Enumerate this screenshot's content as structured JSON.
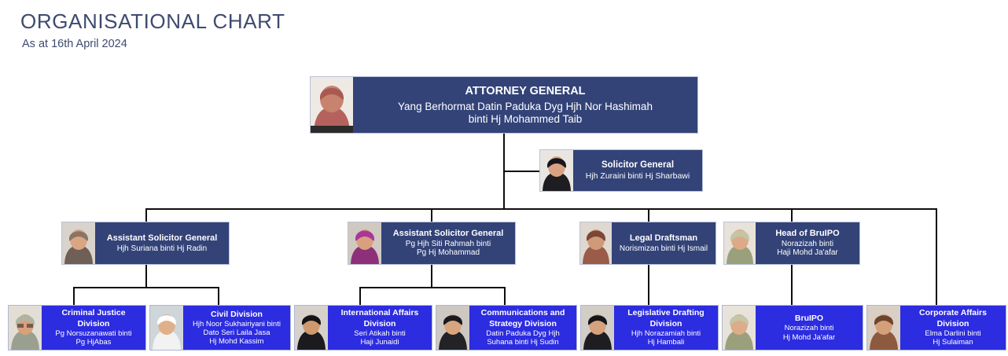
{
  "header": {
    "title": "ORGANISATIONAL CHART",
    "subtitle": "As at 16th April 2024"
  },
  "colors": {
    "title_text": "#3e4a70",
    "node_dark": "#334378",
    "node_bright": "#2c2ce0",
    "node_text": "#ffffff",
    "connector": "#0d0d0d",
    "background": "#ffffff"
  },
  "chart_data": {
    "type": "diagram",
    "title": "ORGANISATIONAL CHART",
    "subtitle": "As at 16th April 2024",
    "nodes": [
      {
        "id": "attorney-general",
        "tier": 0,
        "role": "ATTORNEY GENERAL",
        "person": "Yang Berhormat Datin Paduka Dyg Hjh Nor Hashimah binti Hj Mohammed Taib",
        "person_line1": "Yang Berhormat Datin Paduka Dyg Hjh Nor Hashimah",
        "person_line2": "binti Hj Mohammed Taib",
        "parent": null
      },
      {
        "id": "solicitor-general",
        "tier": 1,
        "role": "Solicitor General",
        "person": "Hjh Zuraini binti Hj Sharbawi",
        "person_line1": "Hjh Zuraini binti Hj Sharbawi",
        "person_line2": "",
        "parent": "attorney-general"
      },
      {
        "id": "assistant-solicitor-general-1",
        "tier": 2,
        "role": "Assistant Solicitor General",
        "person": "Hjh Suriana binti Hj Radin",
        "person_line1": "Hjh Suriana binti Hj Radin",
        "person_line2": "",
        "parent": "attorney-general"
      },
      {
        "id": "assistant-solicitor-general-2",
        "tier": 2,
        "role": "Assistant Solicitor General",
        "person": "Pg Hjh Siti Rahmah binti Pg Hj Mohammad",
        "person_line1": "Pg Hjh Siti Rahmah binti",
        "person_line2": "Pg Hj Mohammad",
        "parent": "attorney-general"
      },
      {
        "id": "legal-draftsman",
        "tier": 2,
        "role": "Legal Draftsman",
        "person": "Norismizan binti Hj Ismail",
        "person_line1": "Norismizan binti Hj Ismail",
        "person_line2": "",
        "parent": "attorney-general"
      },
      {
        "id": "head-of-bruipo",
        "tier": 2,
        "role": "Head of BruIPO",
        "person": "Norazizah binti Haji Mohd Ja'afar",
        "person_line1": "Norazizah binti",
        "person_line2": "Haji Mohd Ja'afar",
        "parent": "attorney-general"
      },
      {
        "id": "criminal-justice-division",
        "tier": 3,
        "role": "Criminal Justice Division",
        "role_line1": "Criminal Justice",
        "role_line2": "Division",
        "person": "Pg Norsuzanawati binti Pg HjAbas",
        "person_line1": "Pg Norsuzanawati binti",
        "person_line2": "Pg HjAbas",
        "person_line3": "",
        "parent": "assistant-solicitor-general-1"
      },
      {
        "id": "civil-division",
        "tier": 3,
        "role": "Civil Division",
        "role_line1": "Civil Division",
        "role_line2": "",
        "person": "Hjh Noor Sukhairiyani binti Dato Seri Laila Jasa Hj Mohd Kassim",
        "person_line1": "Hjh Noor Sukhairiyani binti",
        "person_line2": "Dato Seri Laila Jasa",
        "person_line3": "Hj Mohd Kassim",
        "parent": "assistant-solicitor-general-1"
      },
      {
        "id": "international-affairs-division",
        "tier": 3,
        "role": "International Affairs Division",
        "role_line1": "International Affairs",
        "role_line2": "Division",
        "person": "Seri Atikah binti Haji Junaidi",
        "person_line1": "Seri Atikah binti",
        "person_line2": "Haji Junaidi",
        "person_line3": "",
        "parent": "assistant-solicitor-general-2"
      },
      {
        "id": "communications-and-strategy-division",
        "tier": 3,
        "role": "Communications and Strategy Division",
        "role_line1": "Communications and",
        "role_line2": "Strategy Division",
        "person": "Datin Paduka Dyg Hjh Suhana binti Hj Sudin",
        "person_line1": "Datin Paduka Dyg Hjh",
        "person_line2": "Suhana binti Hj Sudin",
        "person_line3": "",
        "parent": "assistant-solicitor-general-2"
      },
      {
        "id": "legislative-drafting-division",
        "tier": 3,
        "role": "Legislative Drafting Division",
        "role_line1": "Legislative Drafting",
        "role_line2": "Division",
        "person": "Hjh Norazamiah binti Hj Hambali",
        "person_line1": "Hjh Norazamiah binti",
        "person_line2": "Hj Hambali",
        "person_line3": "",
        "parent": "legal-draftsman"
      },
      {
        "id": "bruipo-division",
        "tier": 3,
        "role": "BruIPO",
        "role_line1": "BruIPO",
        "role_line2": "",
        "person": "Norazizah binti Hj Mohd Ja'afar",
        "person_line1": "Norazizah binti",
        "person_line2": "Hj Mohd Ja'afar",
        "person_line3": "",
        "parent": "head-of-bruipo"
      },
      {
        "id": "corporate-affairs-division",
        "tier": 3,
        "role": "Corporate Affairs Division",
        "role_line1": "Corporate Affairs",
        "role_line2": "Division",
        "person": "Elma Darlini binti Hj Sulaiman",
        "person_line1": "Elma Darlini binti",
        "person_line2": "Hj Sulaiman",
        "person_line3": "",
        "parent": "attorney-general"
      }
    ]
  }
}
